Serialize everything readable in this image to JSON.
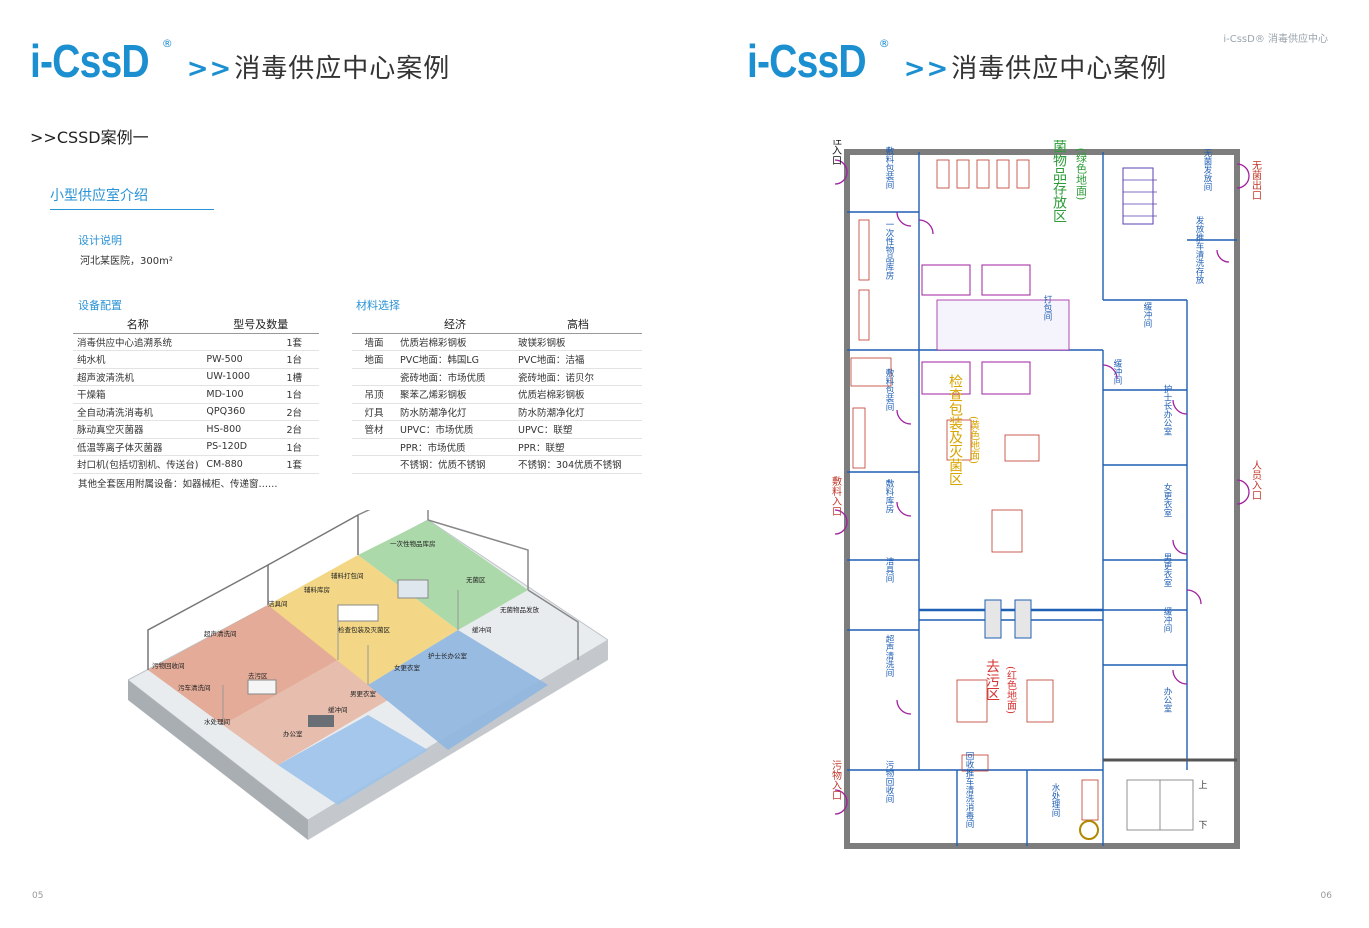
{
  "left_page": {
    "logo": "i-CssD",
    "reg": "®",
    "arrows": ">>",
    "title": "消毒供应中心案例",
    "case_title": ">>CSSD案例一",
    "section_title": "小型供应室介绍",
    "design_heading": "设计说明",
    "design_text": "河北某医院，300m²",
    "equipment_heading": "设备配置",
    "materials_heading": "材料选择",
    "equipment_table": {
      "headers": [
        "名称",
        "型号及数量"
      ],
      "rows": [
        [
          "消毒供应中心追溯系统",
          "",
          "1套"
        ],
        [
          "纯水机",
          "PW-500",
          "1台"
        ],
        [
          "超声波清洗机",
          "UW-1000",
          "1槽"
        ],
        [
          "干燥箱",
          "MD-100",
          "1台"
        ],
        [
          "全自动清洗消毒机",
          "QPQ360",
          "2台"
        ],
        [
          "脉动真空灭菌器",
          "HS-800",
          "2台"
        ],
        [
          "低温等离子体灭菌器",
          "PS-120D",
          "1台"
        ],
        [
          "封口机(包括切割机、传送台)",
          "CM-880",
          "1套"
        ]
      ],
      "note": "其他全套医用附属设备：如器械柜、传递窗……"
    },
    "materials_table": {
      "headers": [
        "",
        "经济",
        "高档"
      ],
      "rows": [
        [
          "墙面",
          "优质岩棉彩钢板",
          "玻镁彩钢板"
        ],
        [
          "地面",
          "PVC地面：韩国LG",
          "PVC地面：洁福"
        ],
        [
          "",
          "瓷砖地面：市场优质",
          "瓷砖地面：诺贝尔"
        ],
        [
          "吊顶",
          "聚苯乙烯彩钢板",
          "优质岩棉彩钢板"
        ],
        [
          "灯具",
          "防水防潮净化灯",
          "防水防潮净化灯"
        ],
        [
          "管材",
          "UPVC：市场优质",
          "UPVC：联塑"
        ],
        [
          "",
          "PPR：市场优质",
          "PPR：联塑"
        ],
        [
          "",
          "不锈钢：优质不锈钢",
          "不锈钢：304优质不锈钢"
        ]
      ]
    },
    "iso_labels": {
      "l1": "一次性物品库房",
      "l2": "辅料打包间",
      "l3": "辅料库房",
      "l4": "无菌区",
      "l5": "洁具间",
      "l6": "检查包装及灭菌区",
      "l7": "超声清洗间",
      "l8": "无菌物品发放",
      "l9": "污物回收间",
      "l10": "污车清洗间",
      "l11": "去污区",
      "l12": "缓冲间",
      "l13": "护士长办公室",
      "l14": "女更衣室",
      "l15": "男更衣室",
      "l16": "水处理间",
      "l17": "办公室",
      "l18": "缓冲间"
    },
    "page_number": "05"
  },
  "right_page": {
    "logo": "i-CssD",
    "reg": "®",
    "arrows": ">>",
    "title": "消毒供应中心案例",
    "running_head": "i-CssD® 消毒供应中心",
    "plan_labels": {
      "entry_disposable": "一次性入口",
      "entry_sterile_out": "无菌出口",
      "entry_dressing": "敷料入口",
      "entry_staff": "人员入口",
      "entry_dirty": "污物入口",
      "sterile_zone": "无菌物品存放区",
      "sterile_floor": "(绿色地面)",
      "inspect_zone": "检查包装及灭菌区",
      "inspect_floor": "(黄色地面)",
      "decon_zone": "去污区",
      "decon_floor": "(红色地面)",
      "room_dressing_pack": "敷料包装间",
      "room_disposable_store": "一次性物品库房",
      "room_dressing_store": "敷料库房",
      "room_janitor": "洁具间",
      "room_ultrasonic": "超声清洗间",
      "room_dirty_recv": "污物回收间",
      "room_cart_wash": "回收推车清洗消毒间",
      "room_water": "水处理间",
      "room_dispatch": "发放推车清洗存放",
      "room_buffer1": "缓冲间",
      "room_buffer2": "缓冲间",
      "room_buffer3": "缓冲间",
      "room_head_office": "护士长办公室",
      "room_female": "女更衣室",
      "room_male": "男更衣室",
      "room_office": "办公室",
      "room_sterile_dispatch": "无菌发放间",
      "room_pack": "打包间",
      "stairs_up": "上",
      "stairs_down": "下"
    },
    "page_number": "06"
  }
}
